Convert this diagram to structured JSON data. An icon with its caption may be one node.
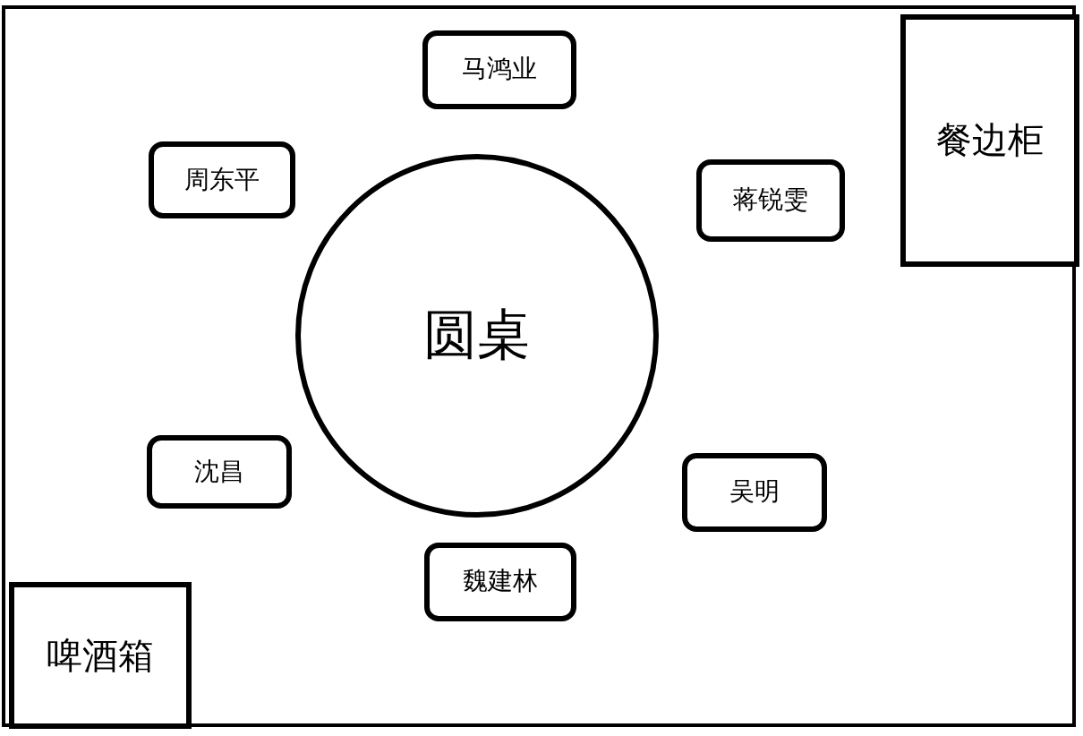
{
  "diagram": {
    "nodes": [
      {
        "text": [
          "马鸿业"
        ]
      },
      {
        "text": [
          "餐边柜"
        ]
      },
      {
        "text": [
          "周东平"
        ]
      },
      {
        "text": [
          "蒋锐雯"
        ]
      },
      {
        "text": [
          "圆桌"
        ]
      },
      {
        "text": [
          "沈昌"
        ]
      },
      {
        "text": [
          "吴明"
        ]
      },
      {
        "text": [
          "魏建林"
        ]
      },
      {
        "text": [
          "啤酒箱"
        ]
      }
    ]
  }
}
